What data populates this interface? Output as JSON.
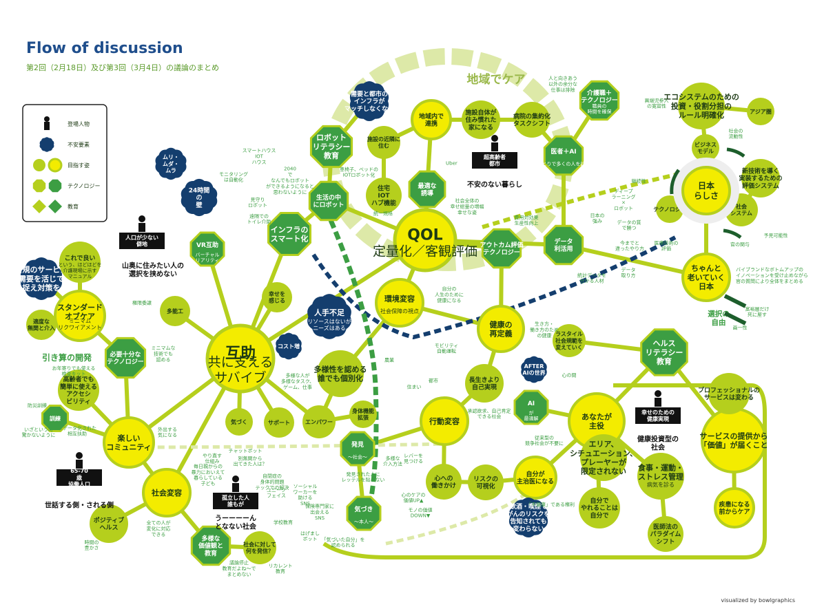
{
  "header": {
    "title": "Flow of discussion",
    "subtitle": "第2回（2月18日）及び第3回（3月4日）の議論のまとめ"
  },
  "credit": "visualized by bowlgraphics",
  "colors": {
    "lime": "#b5cf1d",
    "yellow": "#f3ec00",
    "green": "#3c9e43",
    "navy": "#143e6e",
    "darkgreen": "#1d5e2c",
    "pale": "#dde9a8"
  },
  "legend": {
    "items": [
      {
        "label": "登場人物",
        "icon": "person-icon"
      },
      {
        "label": "不安要素",
        "icon": "concern-icon"
      },
      {
        "label": "目指す姿",
        "icon": "goal-icon"
      },
      {
        "label": "テクノロジー",
        "icon": "technology-icon"
      },
      {
        "label": "教育",
        "icon": "education-icon"
      }
    ]
  },
  "region": {
    "label": "地域でケア"
  },
  "nodes": [
    {
      "id": "qol",
      "text": "QOL",
      "sub": "定量化／客観評価",
      "kind": "goal-big"
    },
    {
      "id": "gojo",
      "text": "互助",
      "sub": "共に支える サバイブ",
      "kind": "goal-big"
    },
    {
      "id": "nihonrashisa",
      "text": "日本 らしさ",
      "kind": "goal-big"
    },
    {
      "id": "kankyo",
      "text": "環境変容",
      "sub": "社会保障の視点",
      "kind": "goal"
    },
    {
      "id": "kenko",
      "text": "健康の 再定義",
      "kind": "goal"
    },
    {
      "id": "kodo",
      "text": "行動変容",
      "kind": "goal"
    },
    {
      "id": "anata",
      "text": "あなたが 主役",
      "kind": "goal"
    },
    {
      "id": "kachi",
      "text": "サービスの提供から 「価値」が届くこと",
      "kind": "goal"
    },
    {
      "id": "tanoshii",
      "text": "楽しい コミュニティ",
      "kind": "goal"
    },
    {
      "id": "standard",
      "text": "スタンダード オブケア",
      "sub": "ミニマム リクワイアメント",
      "kind": "goal"
    },
    {
      "id": "chanto",
      "text": "ちゃんと 老いていく 日本",
      "kind": "goal"
    },
    {
      "id": "shakaihenyo",
      "text": "社会変容",
      "kind": "goal"
    },
    {
      "id": "jibun",
      "text": "自分が 主治医になる",
      "kind": "goal"
    },
    {
      "id": "chiikinai",
      "text": "地域内で 連携",
      "kind": "goal"
    },
    {
      "id": "sikkan",
      "text": "疾患になる 前からケア",
      "kind": "goal"
    },
    {
      "id": "tekisetsu",
      "text": "最適な 誘導",
      "kind": "tech"
    },
    {
      "id": "datarikatsu",
      "text": "データ 利活用",
      "kind": "tech"
    },
    {
      "id": "outcome",
      "text": "アウトカム評価 テクノロジー",
      "kind": "tech"
    },
    {
      "id": "ishaai",
      "text": "医者＋AI",
      "sub": "ひとりで多くの人を診断",
      "kind": "tech"
    },
    {
      "id": "kaigo",
      "text": "介護職＋ テクノロジー",
      "sub": "職員の 時間を確保",
      "kind": "tech"
    },
    {
      "id": "seikatsu",
      "text": "生活の中 にロボット",
      "kind": "tech"
    },
    {
      "id": "infra",
      "text": "インフラの スマート化",
      "kind": "tech"
    },
    {
      "id": "vr",
      "text": "VR互助",
      "sub": "バーチャル リアリティ",
      "kind": "tech"
    },
    {
      "id": "hitsuyo",
      "text": "必要十分な テクノロジー",
      "kind": "tech"
    },
    {
      "id": "ai",
      "text": "AI",
      "sub": "が 最適解",
      "kind": "tech"
    },
    {
      "id": "robot",
      "text": "ロボット リテラシー 教育",
      "kind": "edu"
    },
    {
      "id": "health",
      "text": "ヘルス リテラシー 教育",
      "kind": "edu"
    },
    {
      "id": "tayo",
      "text": "多様な 価値観と 教育",
      "kind": "edu"
    },
    {
      "id": "kunren",
      "text": "訓練",
      "kind": "edu"
    },
    {
      "id": "hakken",
      "text": "発見",
      "sub": "〜社会〜",
      "kind": "edu"
    },
    {
      "id": "kizuki",
      "text": "気づき",
      "sub": "〜本人〜",
      "kind": "edu"
    },
    {
      "id": "jinshu",
      "text": "人手不足",
      "sub": "リソースはないが ニーズはある",
      "kind": "concern"
    },
    {
      "id": "juyo",
      "text": "需要と都市の インフラが マッチしなくなる",
      "kind": "concern"
    },
    {
      "id": "muri",
      "text": "ムリ・ ムダ・ ムラ",
      "kind": "concern"
    },
    {
      "id": "wall",
      "text": "24時間 の 壁",
      "kind": "concern"
    },
    {
      "id": "newsvc",
      "text": "新規のサービス 需要を活じて 捉え対策を",
      "kind": "concern"
    },
    {
      "id": "cost",
      "text": "コスト増",
      "kind": "concern"
    },
    {
      "id": "afterai",
      "text": "AFTER AIの世界",
      "kind": "concern"
    },
    {
      "id": "kensa",
      "text": "飲酒・喫煙で がんのリスクを 告知されても 変わらない",
      "kind": "concern"
    },
    {
      "id": "koremade",
      "text": "これで良い",
      "sub": "という、ほどほどを 介護現場に示す マニュアル",
      "kind": "goal-small"
    },
    {
      "id": "tekido",
      "text": "適度な 無関と介入",
      "kind": "goal-small"
    },
    {
      "id": "takinou",
      "text": "多能工",
      "kind": "goal-small"
    },
    {
      "id": "shiawase",
      "text": "幸せを 感じる",
      "kind": "goal-small"
    },
    {
      "id": "positive",
      "text": "ポジティブ ヘルス",
      "kind": "goal-small"
    },
    {
      "id": "kizuku",
      "text": "気づく",
      "kind": "goal-small"
    },
    {
      "id": "support",
      "text": "サポート",
      "kind": "goal-small"
    },
    {
      "id": "empower",
      "text": "エンパワー",
      "kind": "goal-small"
    },
    {
      "id": "kokoro",
      "text": "心への 働きかけ",
      "kind": "goal-small"
    },
    {
      "id": "risk",
      "text": "リスクの 可視化",
      "kind": "goal-small"
    },
    {
      "id": "nouzei",
      "text": "多様性を認める 誰でも個別化",
      "kind": "goal-small"
    },
    {
      "id": "shintai",
      "text": "身体機能 拡張",
      "kind": "goal-small"
    },
    {
      "id": "nagaiki",
      "text": "長生きより 自己実現",
      "kind": "goal-small"
    },
    {
      "id": "accessibility",
      "text": "高齢者でも 簡単に使える アクセシ ビリティ",
      "kind": "goal-small"
    },
    {
      "id": "shakaikadai",
      "text": "社会に対して 何を発信？",
      "kind": "goal-small"
    },
    {
      "id": "noriba",
      "text": "住宅 IOT ハブ機能",
      "kind": "goal-small"
    },
    {
      "id": "shisetsu",
      "text": "施設の近隣に 住む",
      "kind": "goal-small"
    },
    {
      "id": "kuraseru",
      "text": "施設自体が 住み慣れた 家になる",
      "kind": "goal-small"
    },
    {
      "id": "byoin",
      "text": "病院の集約化 タスクシフト",
      "kind": "goal-small"
    },
    {
      "id": "ecosystem",
      "text": "エコシステムのための 投資・役割分担の ルール明確化",
      "kind": "goal-small"
    },
    {
      "id": "asia",
      "text": "アジア圏",
      "kind": "goal-small"
    },
    {
      "id": "shinki",
      "text": "新技術を導く 実装するための 評価システム",
      "kind": "goal-small"
    },
    {
      "id": "shakaisystem",
      "text": "社会 システム",
      "kind": "goal-small"
    },
    {
      "id": "business",
      "text": "ビジネス モデル",
      "kind": "goal-small"
    },
    {
      "id": "technology2",
      "text": "テクノロジー",
      "kind": "goal-small"
    },
    {
      "id": "professional",
      "text": "プロフェッショナルの サービスは変わる",
      "kind": "goal-small"
    },
    {
      "id": "shokuji",
      "text": "食事・運動・ ストレス管理",
      "sub": "病気を診る",
      "kind": "goal-small"
    },
    {
      "id": "area",
      "text": "エリア、 シチュエーション、 プレーヤーが 限定されない",
      "kind": "goal-small"
    },
    {
      "id": "jibunde",
      "text": "自分で やれることは 自分で",
      "kind": "goal-small"
    },
    {
      "id": "iryouhou",
      "text": "医師法の パラダイム シフト",
      "kind": "goal-small"
    },
    {
      "id": "lifestyle",
      "text": "ラスタイル 社会規範を 変えていく",
      "kind": "goal-small"
    }
  ],
  "labels": [
    {
      "id": "l1",
      "text": "Uber"
    },
    {
      "id": "l2",
      "text": "費用対効果 生産性向上"
    },
    {
      "id": "l3",
      "text": "継続性"
    },
    {
      "id": "l4",
      "text": "ディープ ラーニング × ロボット"
    },
    {
      "id": "l5",
      "text": "データの質 で勝つ"
    },
    {
      "id": "l6",
      "text": "日本の 強み"
    },
    {
      "id": "l7",
      "text": "今までと 違ったやり方"
    },
    {
      "id": "l8",
      "text": "医療技術の 評価"
    },
    {
      "id": "l9",
      "text": "データ 取り方"
    },
    {
      "id": "l10",
      "text": "統計データを 分かる人材"
    },
    {
      "id": "l11",
      "text": "バイブランドなボトムアップの イノベーションを受け止めながら 官の質問により全体をまとめる"
    },
    {
      "id": "l12",
      "text": "予見可能性"
    },
    {
      "id": "l13",
      "text": "官の関与"
    },
    {
      "id": "l14",
      "text": "社会の 流動性"
    },
    {
      "id": "l15",
      "text": "異端児参入 の寛容性"
    },
    {
      "id": "l16",
      "text": "社会全体の 幸せ総量の増幅 幸せな姿"
    },
    {
      "id": "l17",
      "text": "自分の 人生のために 健康になる"
    },
    {
      "id": "l18",
      "text": "生き方・ 働き方のため の健康"
    },
    {
      "id": "l19",
      "text": "モビリティ 自動運転"
    },
    {
      "id": "l20",
      "text": "農業"
    },
    {
      "id": "l21",
      "text": "住まい"
    },
    {
      "id": "l22",
      "text": "都市"
    },
    {
      "id": "l23",
      "text": "承認欲求、自己肯定 できる社会"
    },
    {
      "id": "l24",
      "text": "心の間"
    },
    {
      "id": "l25",
      "text": "従来型の 競争社会が不要に"
    },
    {
      "id": "l26",
      "text": "レバーを 見つける"
    },
    {
      "id": "l27",
      "text": "多様な 介入方法"
    },
    {
      "id": "l28",
      "text": "心のケアの 価値UP▲"
    },
    {
      "id": "l29",
      "text": "モノの価値 DOWN▼"
    },
    {
      "id": "l30",
      "text": "「不健康」である権利"
    },
    {
      "id": "l31",
      "text": "発見された人に レッテルを貼らない"
    },
    {
      "id": "l32",
      "text": "「気づいた自分」を 認められる"
    },
    {
      "id": "l33",
      "text": "はげまし ボット"
    },
    {
      "id": "l34",
      "text": "保険専門家に 出会える SNS"
    },
    {
      "id": "l35",
      "text": "ソーシャル ワーカーを 助ける SNS"
    },
    {
      "id": "l36",
      "text": "ユニーク フェイス"
    },
    {
      "id": "l37",
      "text": "自閉症の 身体的問題 テックでの解決"
    },
    {
      "id": "l38",
      "text": "別無関から 出てきた人は？"
    },
    {
      "id": "l39",
      "text": "やり直す 仕組み"
    },
    {
      "id": "l40",
      "text": "毎日親からの 暴力においえて 暮らしている 子ども"
    },
    {
      "id": "l41",
      "text": "チャットボット"
    },
    {
      "id": "l42",
      "text": "外出する 気になる"
    },
    {
      "id": "l43",
      "text": "非データ化された 相互扶助"
    },
    {
      "id": "l44",
      "text": "いざという時 驚かないように"
    },
    {
      "id": "l45",
      "text": "防災訓練"
    },
    {
      "id": "l46",
      "text": "ミニマムな 技術でも 認める"
    },
    {
      "id": "l47",
      "text": "お年寄りでも使える 検査キット"
    },
    {
      "id": "l48",
      "text": "権限委譲"
    },
    {
      "id": "l49",
      "text": "スマートハウス IOT ハウス"
    },
    {
      "id": "l50",
      "text": "モニタリング は自動化"
    },
    {
      "id": "l51",
      "text": "見守り ロボット"
    },
    {
      "id": "l52",
      "text": "遠隔での トイレ介助"
    },
    {
      "id": "l53",
      "text": "2040 で なんでもロボット ができるようになると 思わないように"
    },
    {
      "id": "l54",
      "text": "車椅子、ベッドの IOTロボット化"
    },
    {
      "id": "l55",
      "text": "統一規格"
    },
    {
      "id": "l56",
      "text": "人と向きあう 以外の余分な 仕事は排除"
    },
    {
      "id": "l57",
      "text": "全ての人が 変化に対応 できる"
    },
    {
      "id": "l58",
      "text": "時間の 豊かさ"
    },
    {
      "id": "l59",
      "text": "学校教育"
    },
    {
      "id": "l60",
      "text": "議論停止 教育だよね〜で まとめない"
    },
    {
      "id": "l61",
      "text": "リカレント 教育"
    },
    {
      "id": "l62",
      "text": "多様な人が 多様なタスク、 ゲーム、仕事"
    },
    {
      "id": "l63",
      "text": "富裕層だけ 死に屋す"
    },
    {
      "id": "l64",
      "text": "画一性"
    }
  ],
  "personas": [
    {
      "id": "p1",
      "tag": "人口が少ない 僻地",
      "caption": "山奥に住みたい人の 選択を挟めない"
    },
    {
      "id": "p2",
      "tag": "65-70 歳 協働人口",
      "caption": "世話する側・される側"
    },
    {
      "id": "p3",
      "tag": "孤立した人 誰もが",
      "caption": "うーーーーん となない社会"
    },
    {
      "id": "p4",
      "tag": "超高齢者 都市",
      "caption": "不安のない暮らし"
    },
    {
      "id": "p5",
      "tag": "幸せのための 健康実現",
      "caption": "健康投資型の 社会"
    }
  ],
  "standalone": [
    {
      "id": "s1",
      "text": "引き算の開発"
    },
    {
      "id": "s2",
      "text": "選択の 自由"
    }
  ]
}
